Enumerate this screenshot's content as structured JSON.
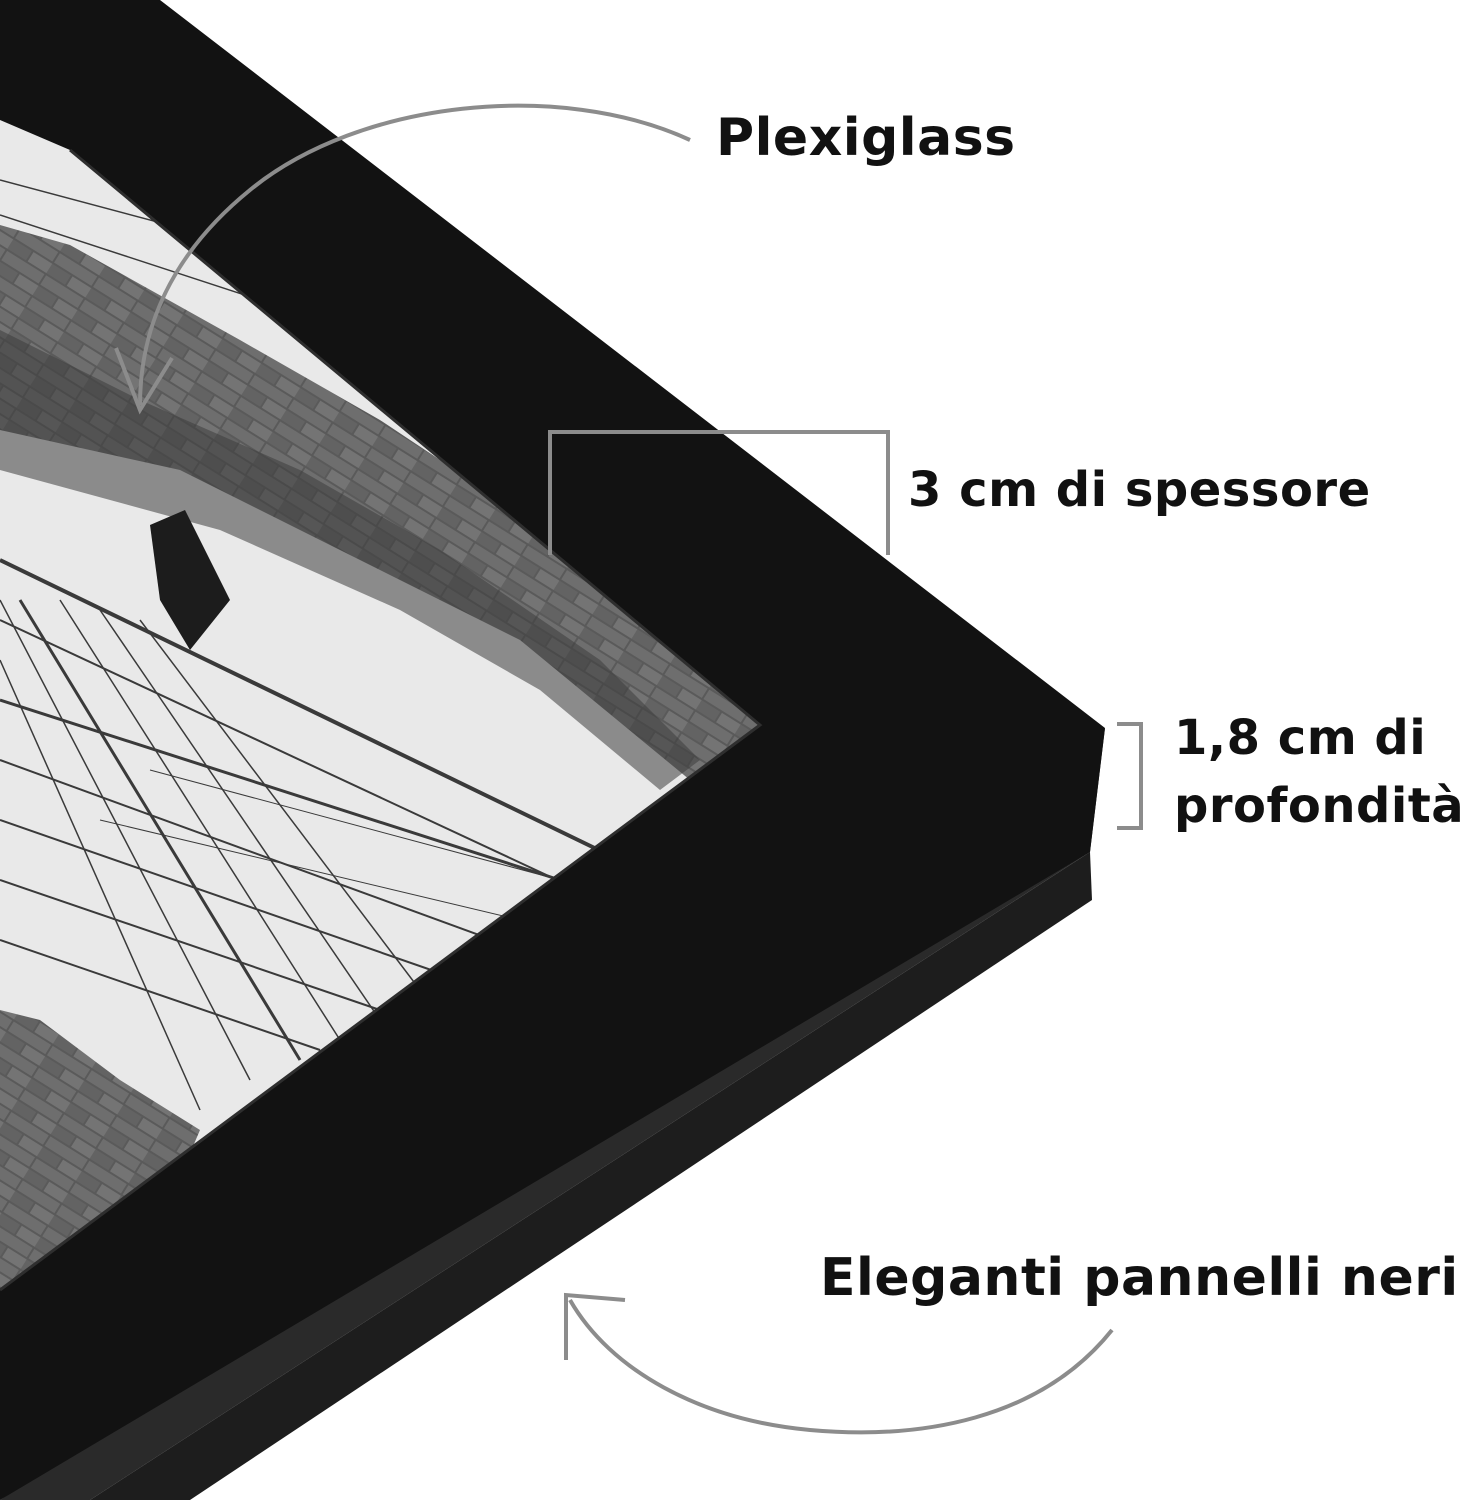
{
  "labels": {
    "plexiglass": "Plexiglass",
    "thickness": "3 cm di spessore",
    "depth_line1": "1,8 cm di",
    "depth_line2": "profondità",
    "panels": "Eleganti pannelli neri"
  },
  "colors": {
    "background": "#ffffff",
    "frame_face": "#121212",
    "frame_side": "#2a2a2a",
    "annotation": "#8c8c8c",
    "text": "#111111"
  },
  "icons": [
    "curved-arrow-icon",
    "bracket-icon",
    "curved-arrow-icon"
  ]
}
